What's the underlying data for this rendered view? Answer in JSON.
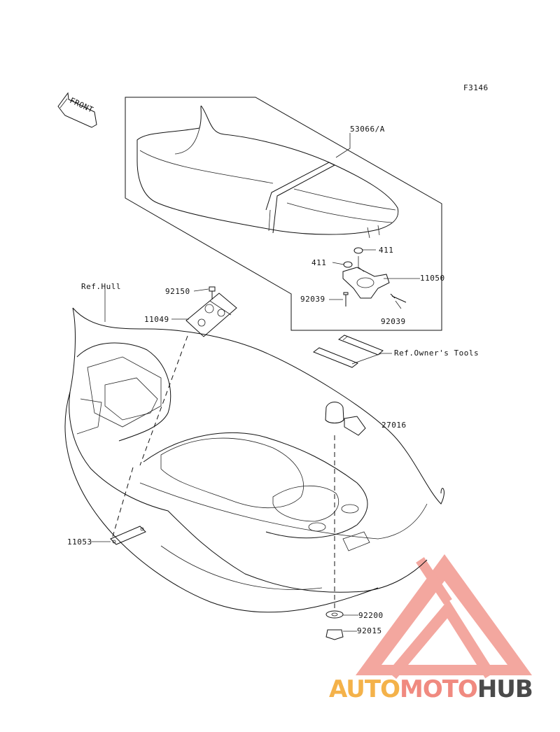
{
  "figure_code": "F3146",
  "front_label": "FRONT",
  "watermark": {
    "part1": "AUTO",
    "part2": "MOTO",
    "part3": "HUB",
    "colors": {
      "part1": "#f4b24a",
      "part2": "#f08a80",
      "part3": "#4a4a4a",
      "logo": "#f08a80"
    }
  },
  "callouts": {
    "seat": "53066/A",
    "washer_right": "411",
    "washer_left": "411",
    "bracket": "11050",
    "pin_left": "92039",
    "pin_right": "92039",
    "ref_hull": "Ref.Hull",
    "bolt": "92150",
    "plate": "11049",
    "ref_tools": "Ref.Owner's Tools",
    "cap": "27016",
    "strap": "11053",
    "washer_bottom": "92200",
    "nut": "92015"
  }
}
